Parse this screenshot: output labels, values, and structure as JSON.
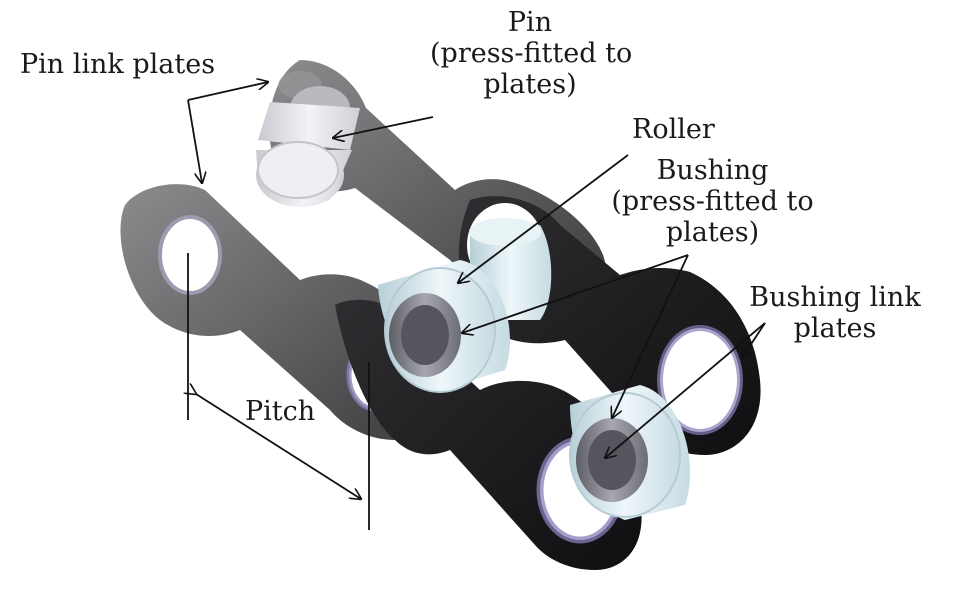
{
  "diagram": {
    "colors": {
      "outer_plate_light": "#8c8c8e",
      "outer_plate_dark": "#3c3c3f",
      "inner_plate_light": "#2e2e31",
      "inner_plate_dark": "#0f0f11",
      "roller": "#dfeef3",
      "pin": "#e2e3e8",
      "bushing": "#8a8a92",
      "hole_rim": "#8a7fb8",
      "leader_line": "#111111"
    },
    "labels": {
      "pin_link_plates": "Pin link plates",
      "pin": {
        "line1": "Pin",
        "line2": "(press-fitted to",
        "line3": "plates)"
      },
      "roller": "Roller",
      "bushing": {
        "line1": "Bushing",
        "line2": "(press-fitted to",
        "line3": "plates)"
      },
      "bushing_link_plates": {
        "line1": "Bushing link",
        "line2": "plates"
      },
      "pitch": "Pitch"
    }
  }
}
